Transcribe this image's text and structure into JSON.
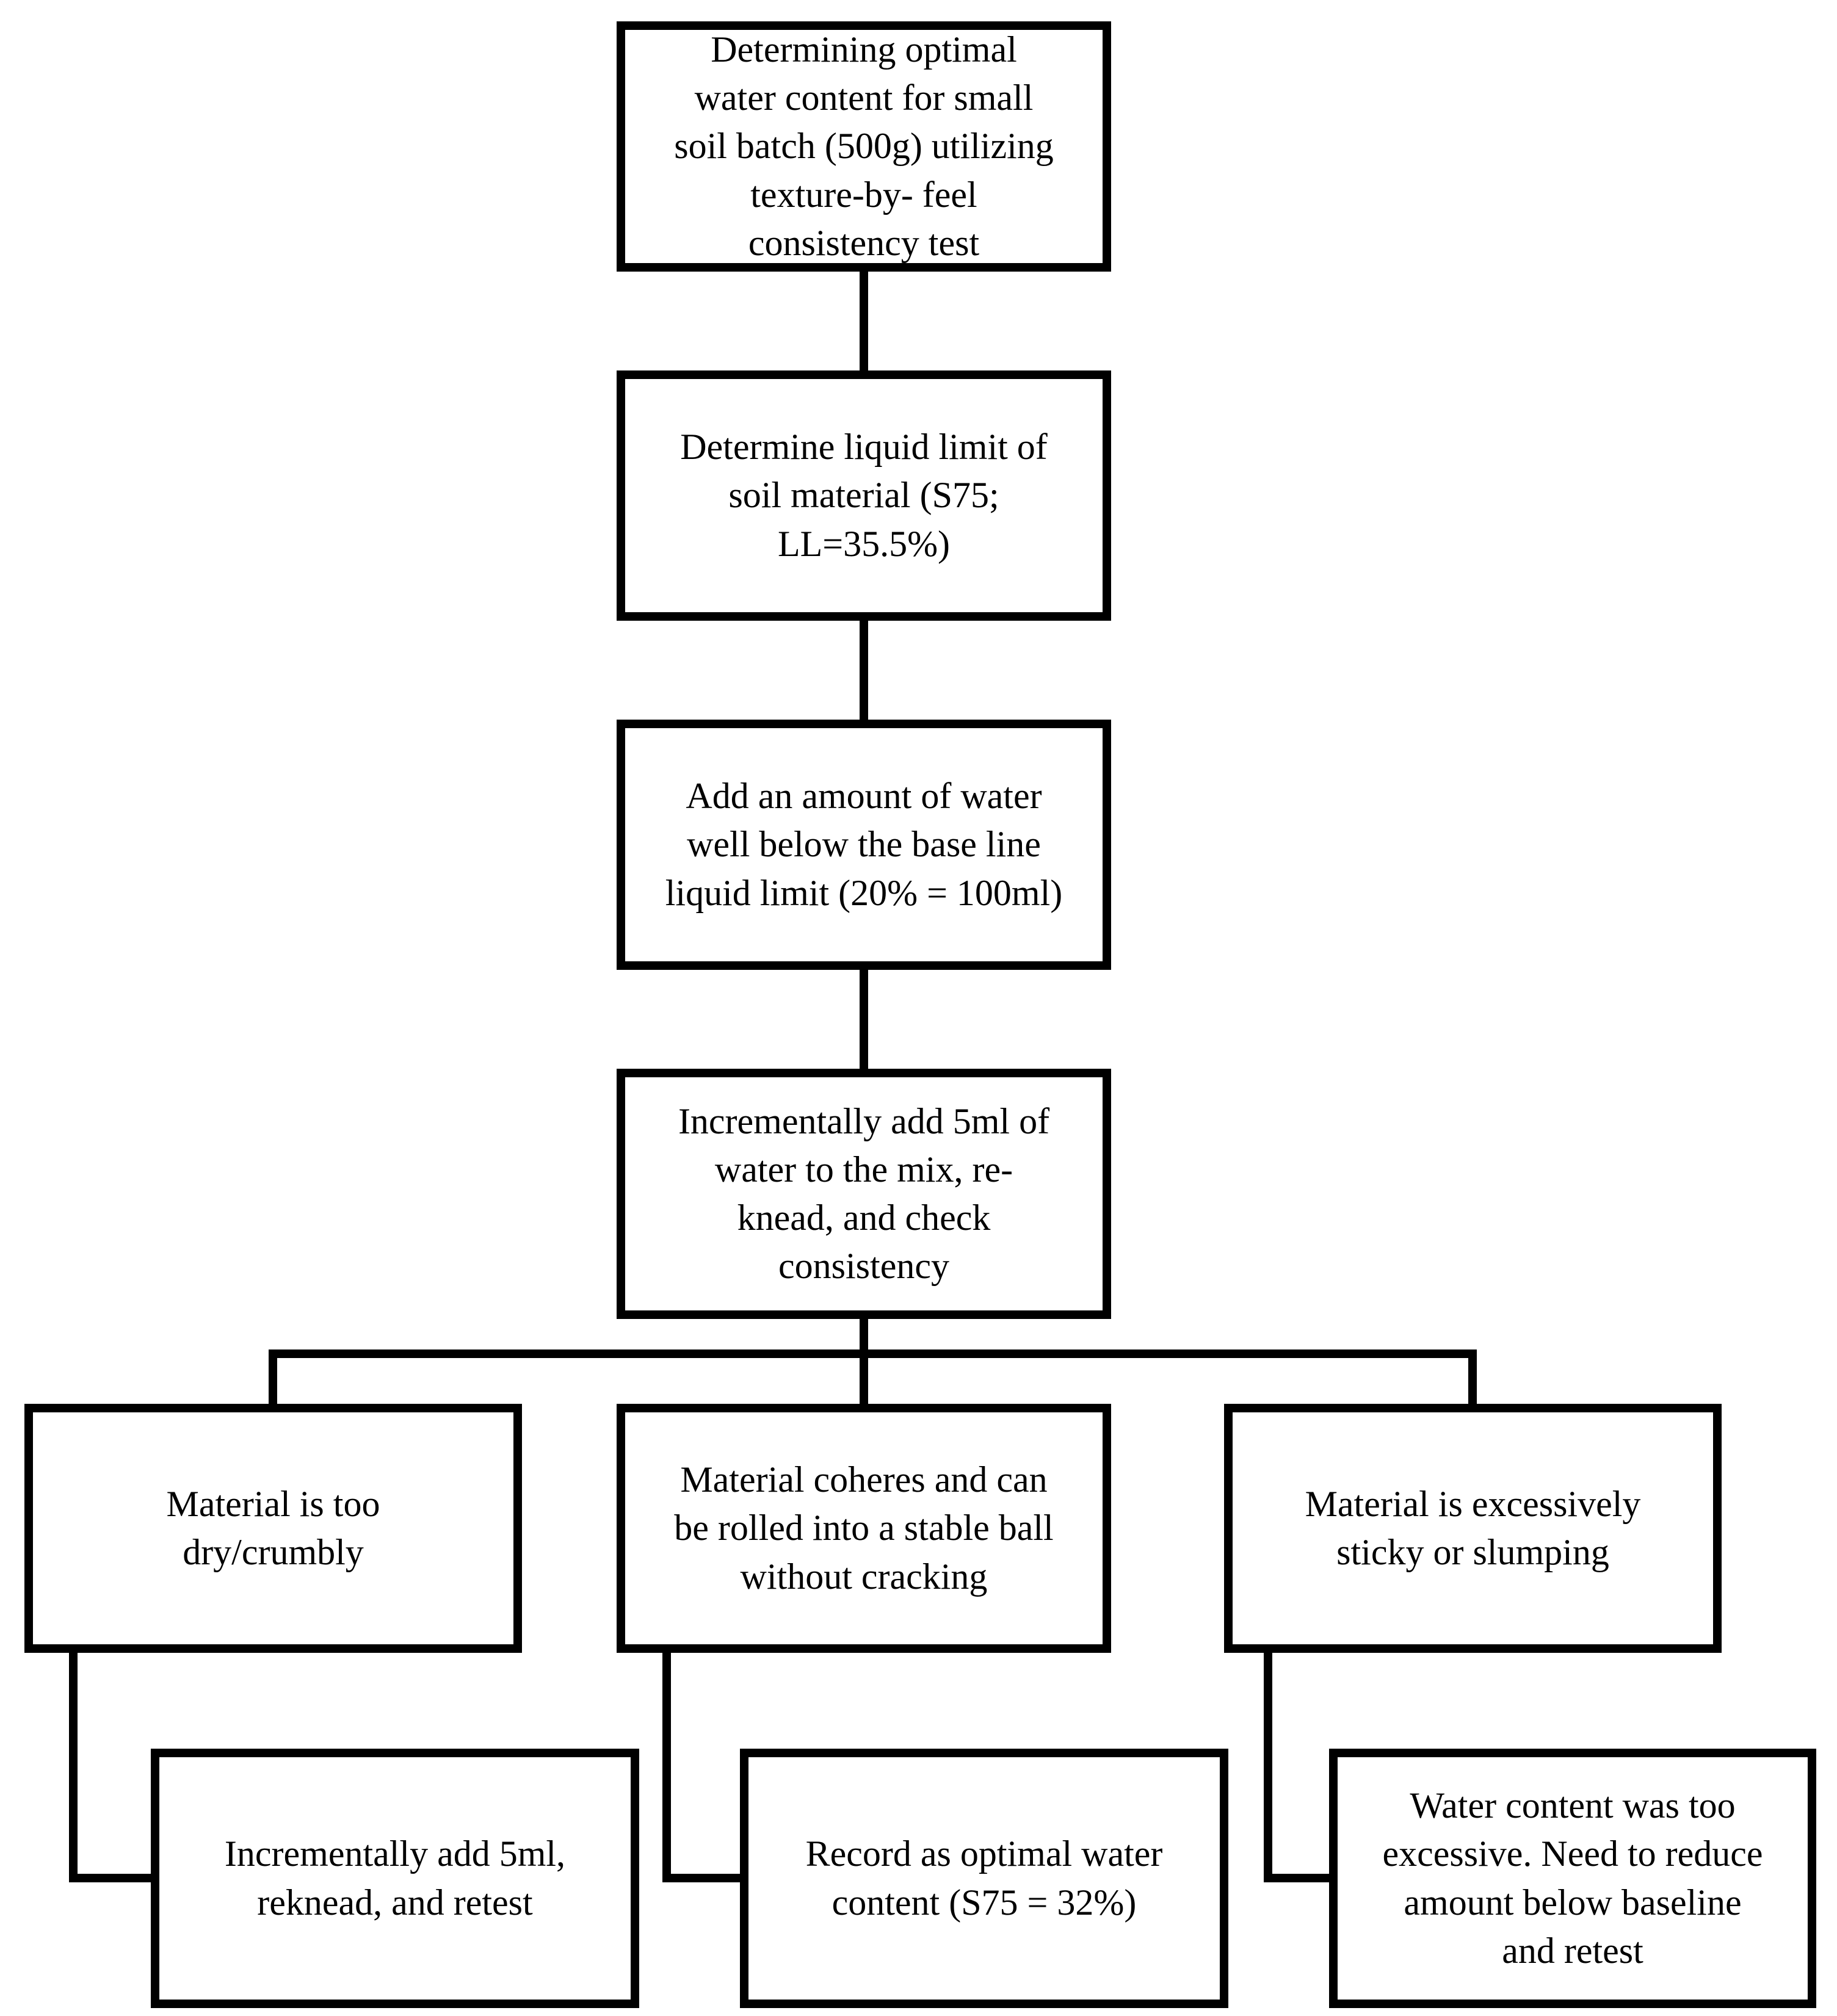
{
  "diagram": {
    "type": "flowchart",
    "colors": {
      "line": "#000000",
      "text": "#000000",
      "background": "#ffffff"
    },
    "nodes": {
      "start": {
        "label": "Determining optimal\nwater content for small\nsoil batch (500g) utilizing\ntexture-by- feel\nconsistency test"
      },
      "liquid_limit": {
        "label": "Determine liquid limit of\nsoil material (S75;\nLL=35.5%)"
      },
      "add_water": {
        "label": "Add an amount of water\nwell below the base line\nliquid limit (20% = 100ml)"
      },
      "incremental_add": {
        "label": "Incrementally add 5ml of\nwater to the mix, re-\nknead, and check\nconsistency"
      },
      "too_dry": {
        "label": "Material is too\ndry/crumbly"
      },
      "coheres": {
        "label": "Material coheres and can\nbe rolled into a stable ball\nwithout cracking"
      },
      "too_sticky": {
        "label": "Material is excessively\nsticky or slumping"
      },
      "add_retest": {
        "label": "Incrementally add 5ml,\nreknead, and retest"
      },
      "record_optimal": {
        "label": "Record as optimal water\ncontent (S75 = 32%)"
      },
      "reduce_retest": {
        "label": "Water content was too\nexcessive. Need to reduce\namount below baseline\nand retest"
      }
    }
  }
}
